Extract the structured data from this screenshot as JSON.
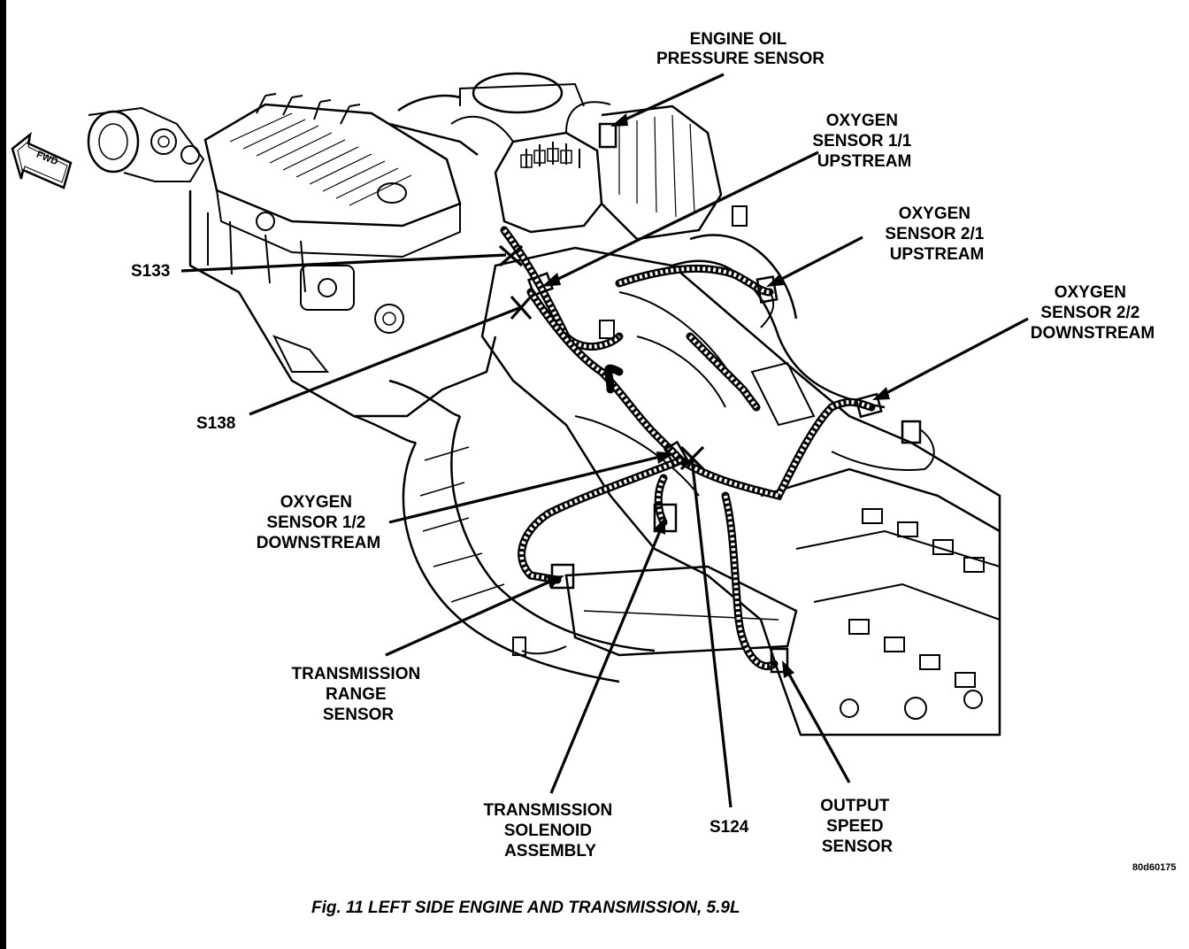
{
  "fwd_label": "FWD",
  "labels": {
    "engine_oil_pressure_sensor": [
      "ENGINE OIL",
      "PRESSURE SENSOR"
    ],
    "oxygen_sensor_1_1": [
      "OXYGEN",
      "SENSOR 1/1",
      "UPSTREAM"
    ],
    "oxygen_sensor_2_1": [
      "OXYGEN",
      "SENSOR 2/1",
      "UPSTREAM"
    ],
    "oxygen_sensor_2_2": [
      "OXYGEN",
      "SENSOR 2/2",
      "DOWNSTREAM"
    ],
    "s133": "S133",
    "s138": "S138",
    "oxygen_sensor_1_2": [
      "OXYGEN",
      "SENSOR 1/2",
      "DOWNSTREAM"
    ],
    "transmission_range_sensor": [
      "TRANSMISSION",
      "RANGE",
      "SENSOR"
    ],
    "transmission_solenoid_assembly": [
      "TRANSMISSION",
      "SOLENOID",
      "ASSEMBLY"
    ],
    "s124": "S124",
    "output_speed_sensor": [
      "OUTPUT",
      "SPEED",
      "SENSOR"
    ]
  },
  "figure_code": "80d60175",
  "caption": "Fig. 11 LEFT SIDE ENGINE AND TRANSMISSION, 5.9L"
}
